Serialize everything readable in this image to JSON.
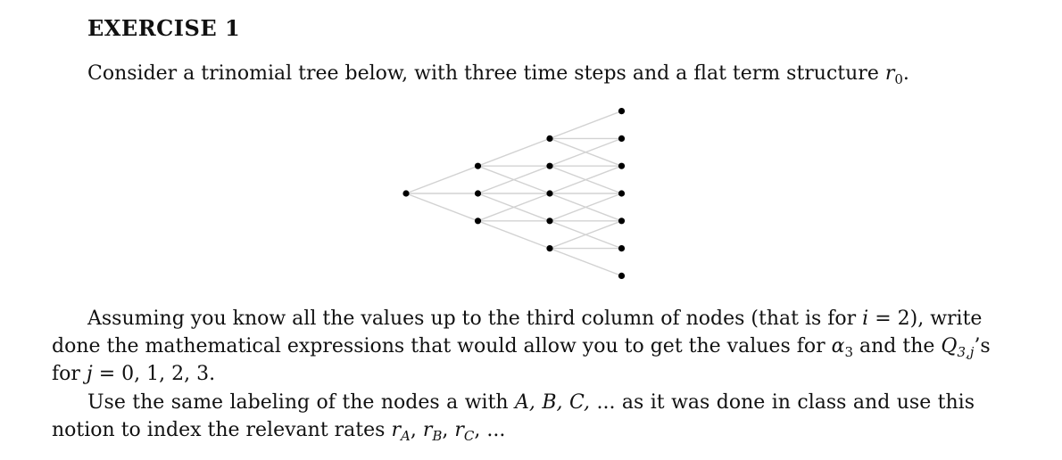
{
  "document": {
    "heading": "EXERCISE 1",
    "intro": {
      "before": "Consider a trinomial tree below, with three time steps and a flat term structure ",
      "math_var": "r",
      "math_sub": "0",
      "after": "."
    },
    "paragraph1": {
      "line1": {
        "before": "Assuming you know all the values up to the third column of nodes (that is for ",
        "var_i": "i",
        "eq": " = 2), write"
      },
      "line2": {
        "before": "done the mathematical expressions that would allow you to get the values for ",
        "alpha": "α",
        "alpha_sub": "3",
        "mid": " and the ",
        "q": "Q",
        "q_sub": "3,j",
        "after": "’s"
      },
      "line3": {
        "before": "for ",
        "var_j": "j",
        "after": " = 0, 1, 2, 3."
      }
    },
    "paragraph2": {
      "line1": {
        "before": "Use the same labeling of the nodes a with ",
        "labels": "A, B, C,",
        "after": " ... as it was done in class and use this"
      },
      "line2": {
        "before": "notion to index the relevant rates ",
        "r": "r",
        "sub_a": "A",
        "sub_b": "B",
        "sub_c": "C",
        "after": ", ..."
      }
    }
  },
  "tree": {
    "time_steps": 3,
    "columns": [
      1,
      3,
      5,
      7
    ],
    "node_color": "#000000",
    "edge_color": "#d2d2d2"
  }
}
